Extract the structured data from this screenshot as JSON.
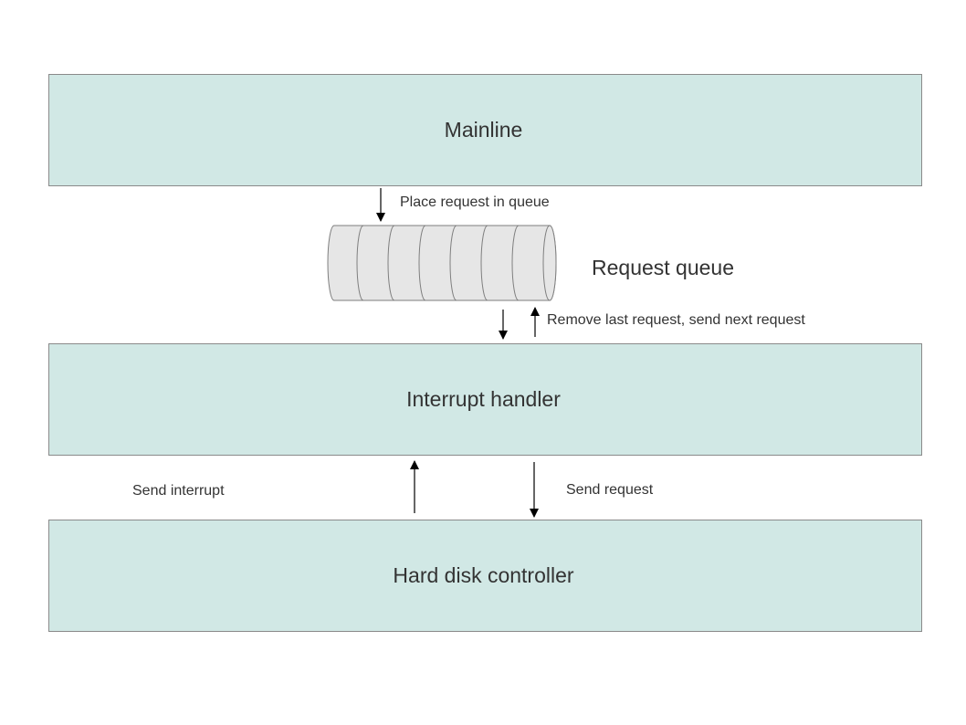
{
  "boxes": {
    "mainline": "Mainline",
    "interrupt_handler": "Interrupt handler",
    "hard_disk_controller": "Hard disk controller"
  },
  "queue": {
    "title": "Request queue"
  },
  "arrows": {
    "place_request": "Place request in queue",
    "remove_send": "Remove last request, send next request",
    "send_interrupt": "Send interrupt",
    "send_request": "Send request"
  },
  "colors": {
    "box_fill": "#d1e8e5",
    "box_border": "#8a8a8a",
    "queue_fill": "#e6e6e6",
    "queue_stroke": "#7f7f7f",
    "text": "#333333"
  }
}
